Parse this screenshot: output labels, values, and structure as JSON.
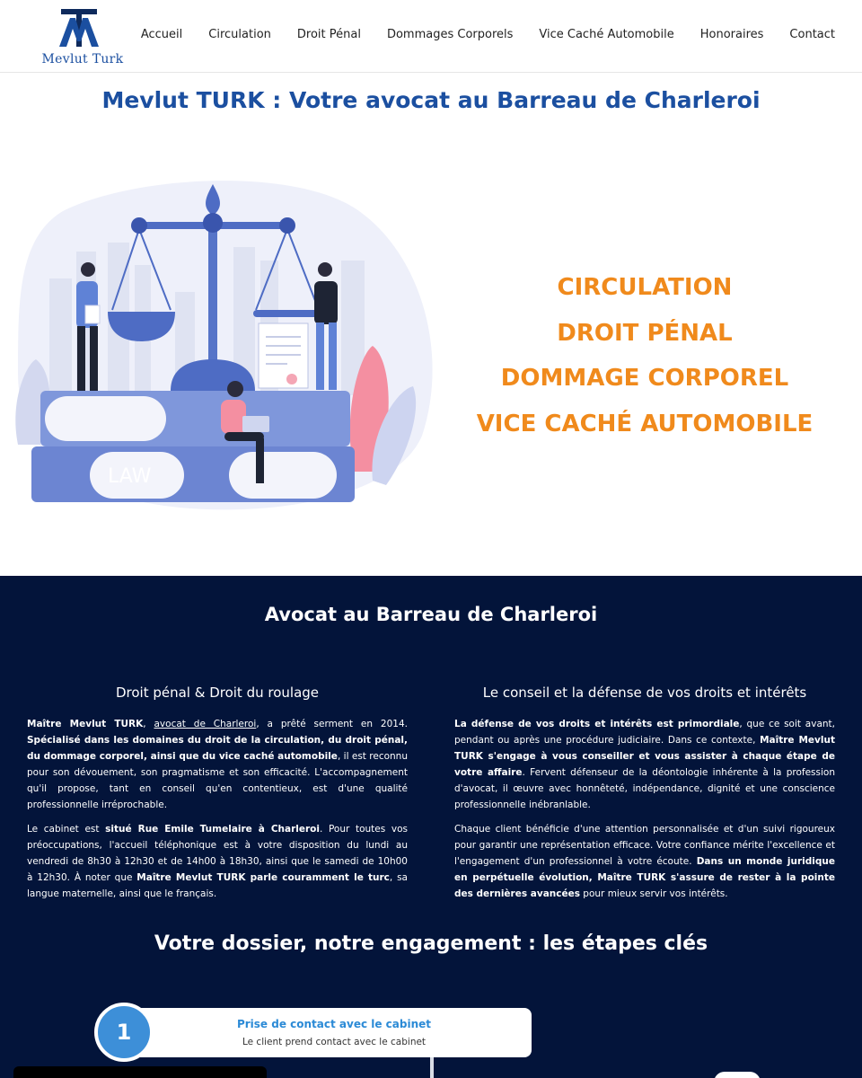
{
  "header": {
    "logo_text": "Mevlut Turk",
    "nav": [
      "Accueil",
      "Circulation",
      "Droit Pénal",
      "Dommages Corporels",
      "Vice Caché Automobile",
      "Honoraires",
      "Contact"
    ]
  },
  "hero": {
    "title": "Mevlut TURK : Votre avocat au Barreau de Charleroi",
    "illustration_label": "LAW",
    "specialties": [
      "CIRCULATION",
      "DROIT PÉNAL",
      "DOMMAGE CORPOREL",
      "VICE CACHÉ AUTOMOBILE"
    ]
  },
  "about": {
    "title": "Avocat au Barreau de Charleroi",
    "left": {
      "heading": "Droit pénal & Droit du roulage",
      "p1": {
        "a": "Maître Mevlut TURK",
        "b": ", ",
        "c": "avocat de Charleroi",
        "d": ", a prêté serment en 2014. ",
        "e": "Spécialisé dans les domaines du droit de la circulation, du droit pénal, du dommage corporel, ainsi que du vice caché automobile",
        "f": ", il est reconnu pour son dévouement, son pragmatisme et son efficacité. L'accompagnement qu'il propose, tant en conseil qu'en contentieux, est d'une qualité professionnelle irréprochable."
      },
      "p2": {
        "a": "Le cabinet est ",
        "b": "situé Rue Emile Tumelaire à Charleroi",
        "c": ". Pour toutes vos préoccupations, l'accueil téléphonique est à votre disposition du lundi au vendredi de 8h30 à 12h30 et de 14h00 à 18h30, ainsi que le samedi de 10h00 à 12h30. À noter que ",
        "d": "Maître Mevlut TURK parle couramment le turc",
        "e": ", sa langue maternelle, ainsi que le français."
      }
    },
    "right": {
      "heading": "Le conseil et la défense de vos droits et intérêts",
      "p1": {
        "a": "La défense de vos droits et intérêts est primordiale",
        "b": ", que ce soit avant, pendant ou après une procédure judiciaire. Dans ce contexte, ",
        "c": "Maître Mevlut TURK s'engage à vous conseiller et vous assister à chaque étape de votre affaire",
        "d": ". Fervent défenseur de la déontologie inhérente à la profession d'avocat, il œuvre avec honnêteté, indépendance, dignité et une conscience professionnelle inébranlable."
      },
      "p2": {
        "a": "Chaque client bénéficie d'une attention personnalisée et d'un suivi rigoureux pour garantir une représentation efficace. Votre confiance mérite l'excellence et l'engagement d'un professionnel à votre écoute. ",
        "b": "Dans un monde juridique en perpétuelle évolution, Maître TURK s'assure de rester à la pointe des dernières avancées",
        "c": " pour mieux servir vos intérêts."
      }
    }
  },
  "steps": {
    "title": "Votre dossier, notre engagement : les étapes clés",
    "items": [
      {
        "number": "1",
        "title": "Prise de contact avec le cabinet",
        "desc": "Le client prend contact avec le cabinet"
      }
    ]
  },
  "colors": {
    "brand_blue": "#1b4fa0",
    "accent_orange": "#f08a1c",
    "dark_navy": "#03143a",
    "step_blue": "#3d8fd8"
  }
}
